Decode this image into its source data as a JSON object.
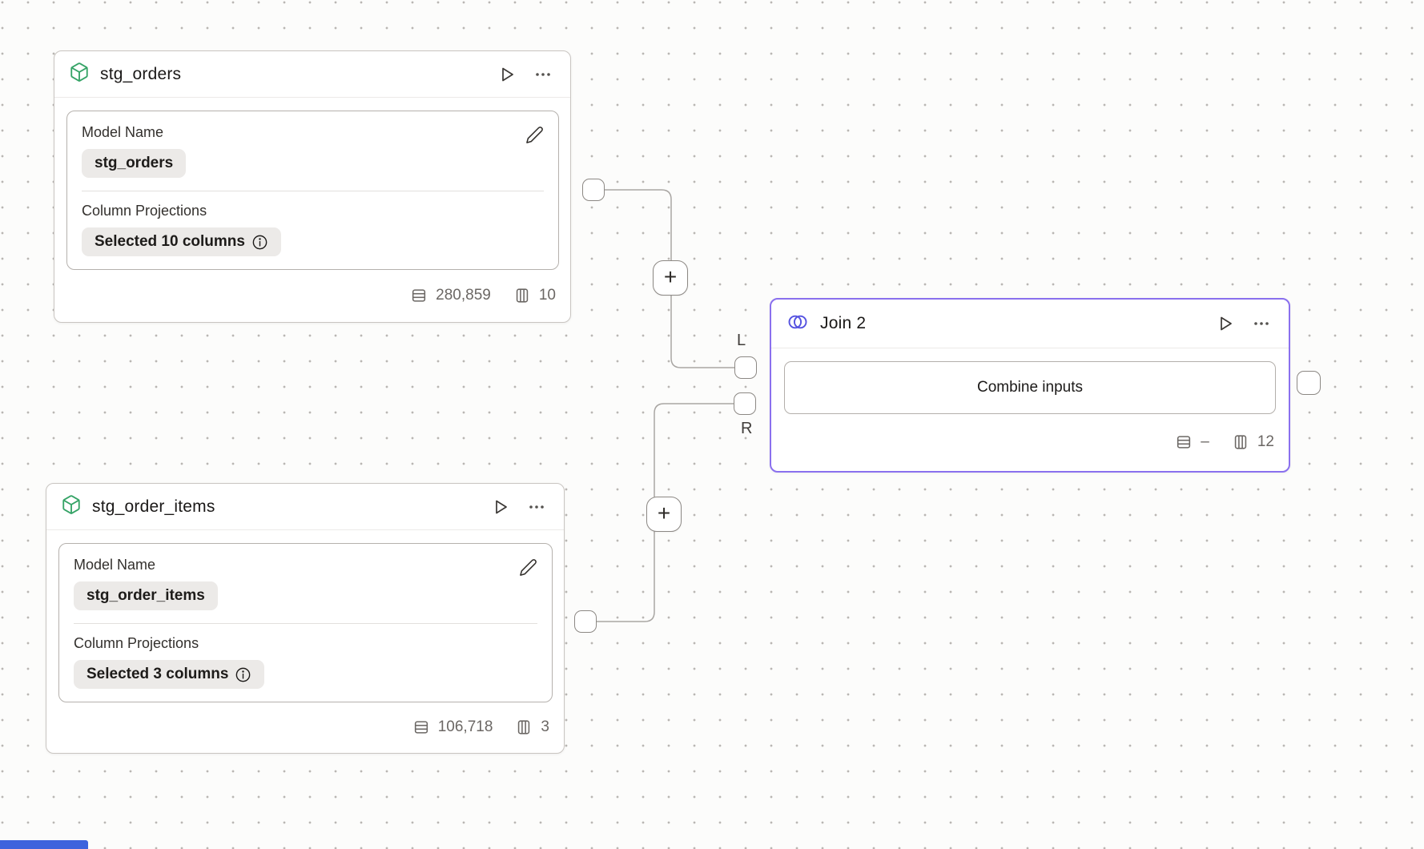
{
  "canvas": {
    "background": "#fcfcfb",
    "dot_color": "#b9b6b3",
    "edge_color": "#a9a6a3",
    "accent_purple": "#8a70ee",
    "accent_indigo": "#5552e0",
    "accent_green": "#35a366",
    "partial_blue": "#3e63dd"
  },
  "controls": {
    "add_button_glyph": "+"
  },
  "nodes": {
    "stg_orders": {
      "title": "stg_orders",
      "model_name_label": "Model Name",
      "model_name_value": "stg_orders",
      "projections_label": "Column Projections",
      "projections_value": "Selected 10 columns",
      "row_count": "280,859",
      "column_count": "10"
    },
    "stg_order_items": {
      "title": "stg_order_items",
      "model_name_label": "Model Name",
      "model_name_value": "stg_order_items",
      "projections_label": "Column Projections",
      "projections_value": "Selected 3 columns",
      "row_count": "106,718",
      "column_count": "3"
    },
    "join": {
      "title": "Join 2",
      "button_label": "Combine inputs",
      "row_count": "–",
      "column_count": "12",
      "left_port_label": "L",
      "right_port_label": "R"
    }
  }
}
